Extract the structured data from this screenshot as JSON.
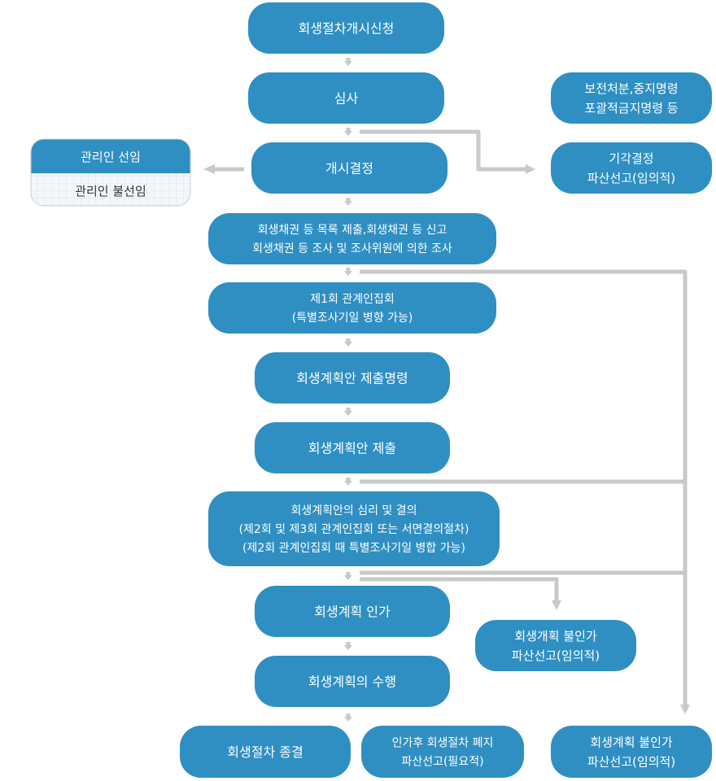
{
  "colors": {
    "node_fill": "#2f8fc3",
    "node_text": "#ffffff",
    "connector": "#c9c9c9",
    "note_header": "#2f8fc3",
    "note_body": "#f4f6fa",
    "note_grid": "#dde4ee",
    "note_text": "#333333"
  },
  "nodes": {
    "start": [
      "회생절차개시신청"
    ],
    "review": [
      "심사"
    ],
    "preservation": [
      "보전처분,중지명령",
      "포괄적금지명령 등"
    ],
    "dismissal": [
      "기각결정",
      "파산선고(임의적)"
    ],
    "commencement": [
      "개시결정"
    ],
    "claims": [
      "회생채권 등 목록 제출,회생채권 등 신고",
      "회생채권 등 조사 및 조사위원에 의한 조사"
    ],
    "first_meeting": [
      "제1회 관계인집회",
      "(특별조사기일 병향 가능)"
    ],
    "plan_order": [
      "회생계획안 제출명령"
    ],
    "plan_submission": [
      "회생계획안 제출"
    ],
    "plan_deliberation": [
      "회생계획안의 심리 및 결의",
      "(제2회 및 제3회 관계인집회 또는 서면결의절차)",
      "(제2회 관계인집회 때 특별조사기일 병합 가능)"
    ],
    "plan_approval": [
      "회생계획 인가"
    ],
    "plan_rejection": [
      "회생개획 불인가",
      "파산선고(임의적)"
    ],
    "plan_execution": [
      "회생계획의 수행"
    ],
    "termination": [
      "회생절차 종결"
    ],
    "abolition": [
      "인가후 회생절차 폐지",
      "파산선고(필요적)"
    ],
    "rejection_final": [
      "회생계획 불인가",
      "파산선고(임의적)"
    ]
  },
  "trustee_note": {
    "appointed": "관리인 선임",
    "not_appointed": "관리인 불선임"
  }
}
